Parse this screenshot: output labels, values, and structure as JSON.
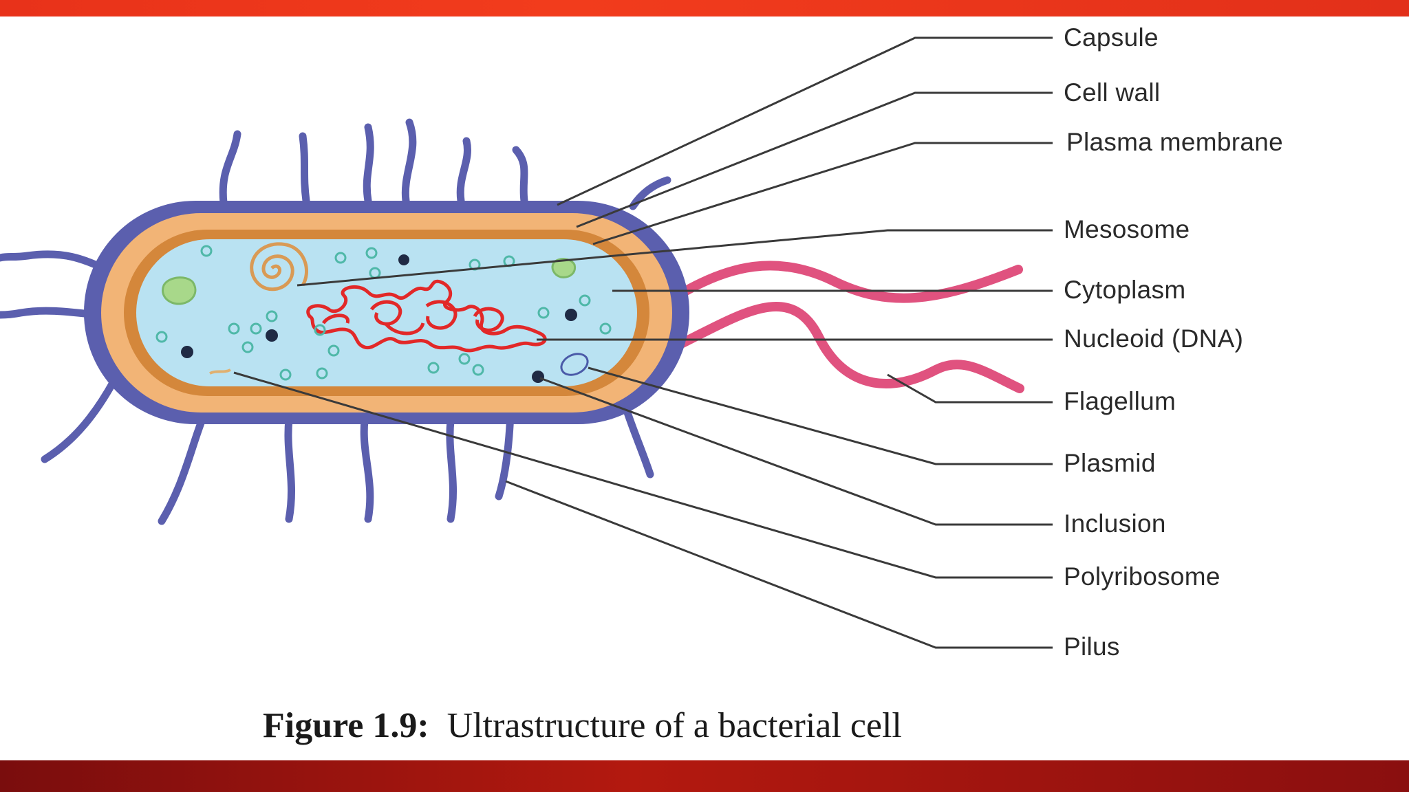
{
  "labels": {
    "capsule": "Capsule",
    "cell_wall": "Cell wall",
    "plasma_membrane": "Plasma membrane",
    "mesosome": "Mesosome",
    "cytoplasm": "Cytoplasm",
    "nucleoid": "Nucleoid (DNA)",
    "flagellum": "Flagellum",
    "plasmid": "Plasmid",
    "inclusion": "Inclusion",
    "polyribosome": "Polyribosome",
    "pilus": "Pilus"
  },
  "caption": {
    "number": "Figure 1.9:",
    "text": "Ultrastructure of a bacterial cell"
  },
  "colors": {
    "top_bar": "#f03a1c",
    "bottom_bar": "#a3150f",
    "capsule": "#5b5fae",
    "cell_wall": "#f2b476",
    "plasma_membrane": "#d4873b",
    "cytoplasm": "#b9e2f2",
    "dna": "#e22828",
    "flagellum": "#e0527f",
    "leader_line": "#3a3a3a"
  }
}
